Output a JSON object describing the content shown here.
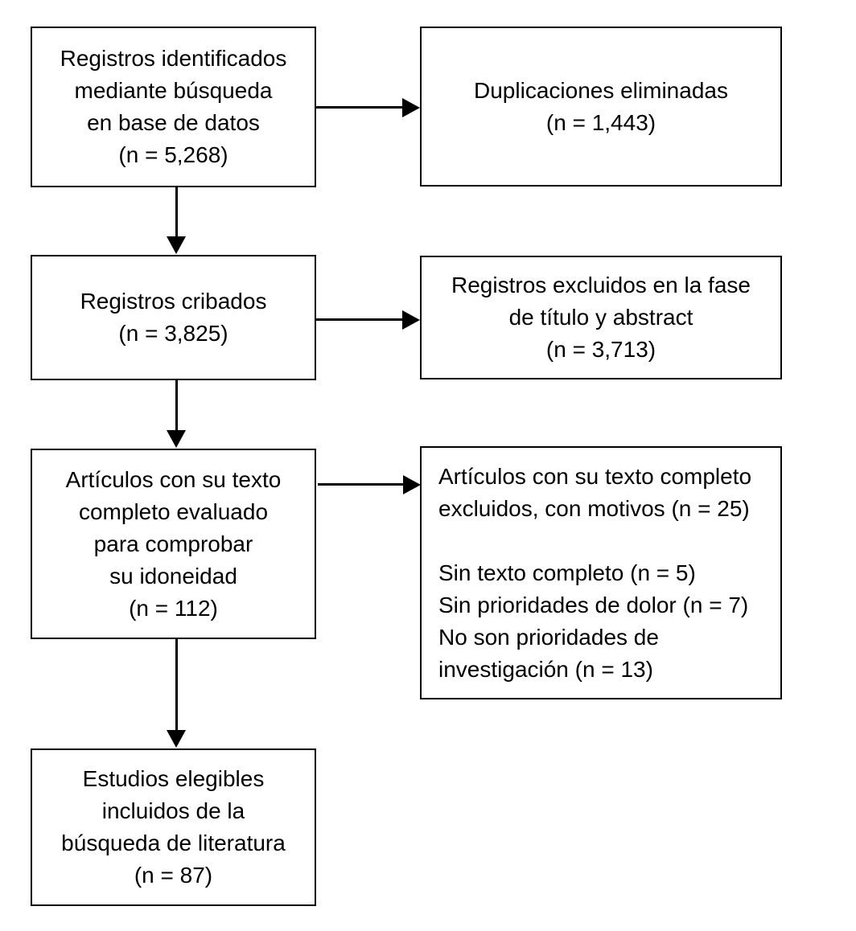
{
  "diagram": {
    "type": "prisma-flowchart",
    "language": "es",
    "colors": {
      "background": "#ffffff",
      "box_fill": "#ffffff",
      "box_border": "#000000",
      "text": "#000000",
      "arrow": "#000000"
    },
    "boxes": {
      "identified": {
        "text": "Registros identificados\nmediante búsqueda\nen base de datos\n(n = 5,268)",
        "n": "5,268"
      },
      "duplicates_removed": {
        "text": "Duplicaciones eliminadas\n(n = 1,443)",
        "n": "1,443"
      },
      "screened": {
        "text": "Registros cribados\n(n = 3,825)",
        "n": "3,825"
      },
      "excluded_title_abstract": {
        "text": "Registros excluidos en la fase\nde título y abstract\n(n = 3,713)",
        "n": "3,713"
      },
      "fulltext_assessed": {
        "text": "Artículos con su texto\ncompleto evaluado\npara comprobar\nsu idoneidad\n(n = 112)",
        "n": "112"
      },
      "fulltext_excluded": {
        "text": "Artículos con su texto completo\nexcluidos, con motivos (n = 25)\n\nSin texto completo (n = 5)\nSin prioridades de dolor (n = 7)\nNo son prioridades de\ninvestigación (n = 13)",
        "n": "25",
        "reasons": [
          {
            "label": "Sin texto completo",
            "n": "5"
          },
          {
            "label": "Sin prioridades de dolor",
            "n": "7"
          },
          {
            "label": "No son prioridades de investigación",
            "n": "13"
          }
        ]
      },
      "included": {
        "text": "Estudios elegibles\nincluidos de la\nbúsqueda de literatura\n(n = 87)",
        "n": "87"
      }
    },
    "connections": [
      {
        "from": "identified",
        "to": "duplicates_removed",
        "direction": "right"
      },
      {
        "from": "identified",
        "to": "screened",
        "direction": "down"
      },
      {
        "from": "screened",
        "to": "excluded_title_abstract",
        "direction": "right"
      },
      {
        "from": "screened",
        "to": "fulltext_assessed",
        "direction": "down"
      },
      {
        "from": "fulltext_assessed",
        "to": "fulltext_excluded",
        "direction": "right"
      },
      {
        "from": "fulltext_assessed",
        "to": "included",
        "direction": "down"
      }
    ]
  }
}
